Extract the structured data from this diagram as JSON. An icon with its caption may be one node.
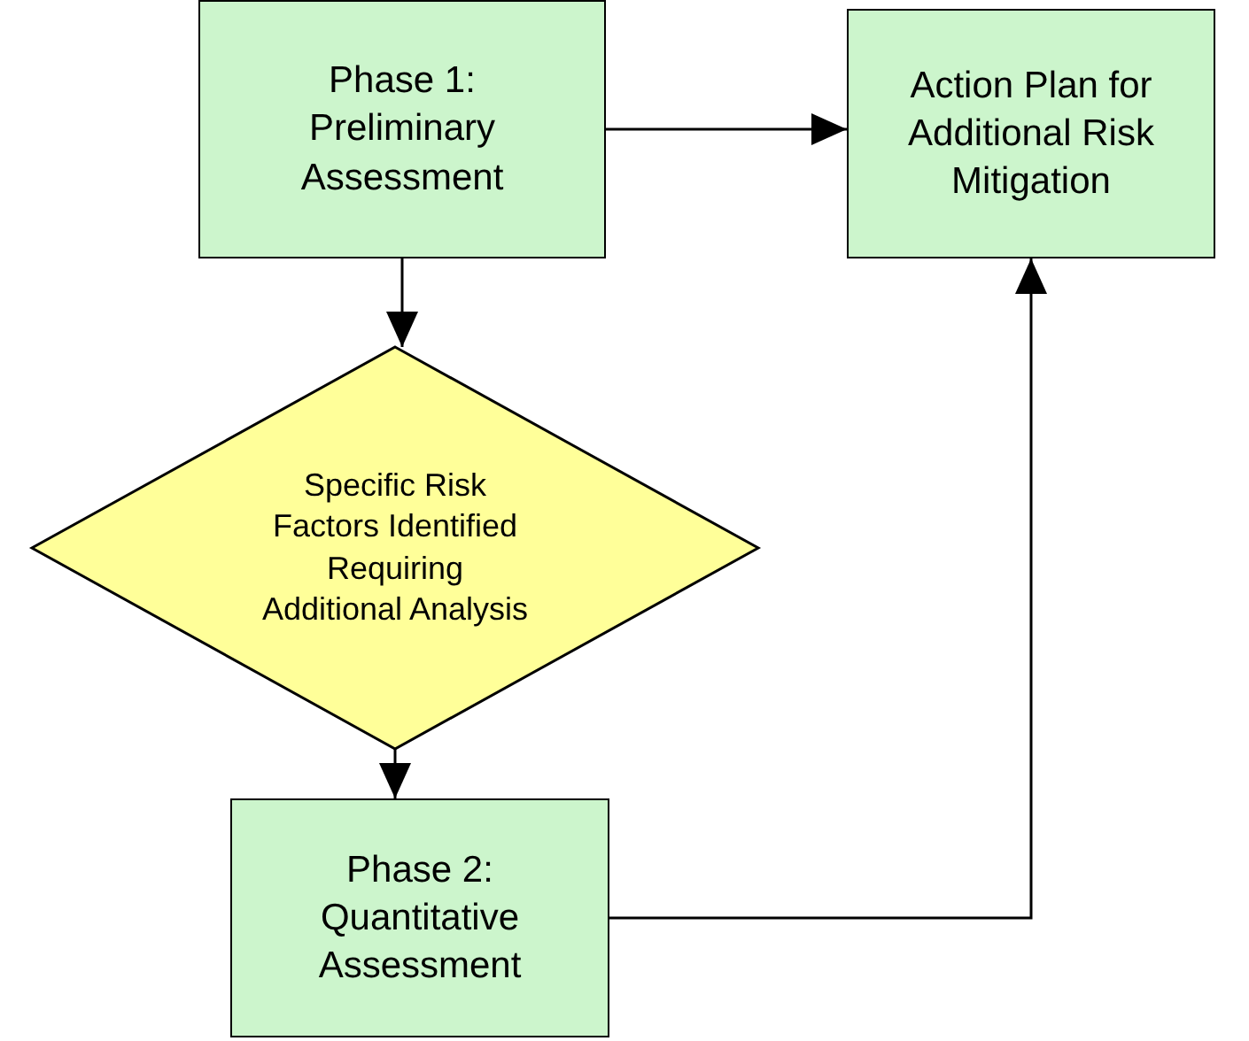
{
  "diagram": {
    "nodes": [
      {
        "text": [
          "Phase 1: Preliminary Assessment"
        ]
      },
      {
        "text": [
          "Action Plan for Additional Risk Mitigation"
        ]
      },
      {
        "text": [
          "Specific Risk Factors Identified Requiring Additional Analysis"
        ]
      },
      {
        "text": [
          "Phase 2: Quantitative Assessment"
        ]
      }
    ],
    "edges": [
      {
        "from": 0,
        "to": 1,
        "arrow": "to"
      },
      {
        "from": 0,
        "to": 2,
        "arrow": "to"
      },
      {
        "from": 2,
        "to": 3,
        "arrow": "to"
      },
      {
        "from": 3,
        "to": 1,
        "arrow": "to"
      }
    ]
  }
}
